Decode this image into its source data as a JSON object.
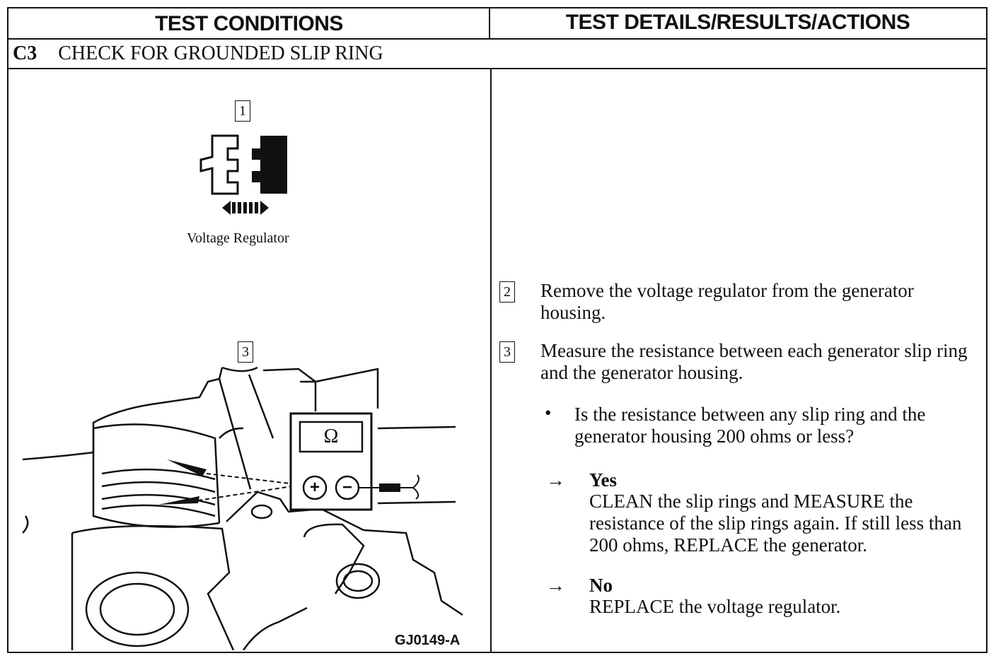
{
  "header": {
    "left": "TEST CONDITIONS",
    "right": "TEST DETAILS/RESULTS/ACTIONS"
  },
  "section": {
    "code": "C3",
    "title": "CHECK FOR GROUNDED SLIP RING"
  },
  "figure": {
    "callout_1": "1",
    "caption_1": "Voltage Regulator",
    "callout_3": "3",
    "meter_symbol": "Ω",
    "plus_symbol": "+",
    "minus_symbol": "−",
    "figure_id": "GJ0149-A"
  },
  "steps": [
    {
      "number": "2",
      "text": "Remove the voltage regulator from the generator housing."
    },
    {
      "number": "3",
      "text": "Measure the resistance between each generator slip ring and the generator housing."
    }
  ],
  "question": {
    "bullet": "•",
    "text": "Is the resistance between any slip ring and the generator housing 200 ohms or less?"
  },
  "responses": [
    {
      "arrow": "→",
      "label": "Yes",
      "action": "CLEAN the slip rings and MEASURE the resistance of the slip rings again. If still less than 200 ohms, REPLACE the  generator."
    },
    {
      "arrow": "→",
      "label": "No",
      "action": "REPLACE the voltage regulator."
    }
  ]
}
